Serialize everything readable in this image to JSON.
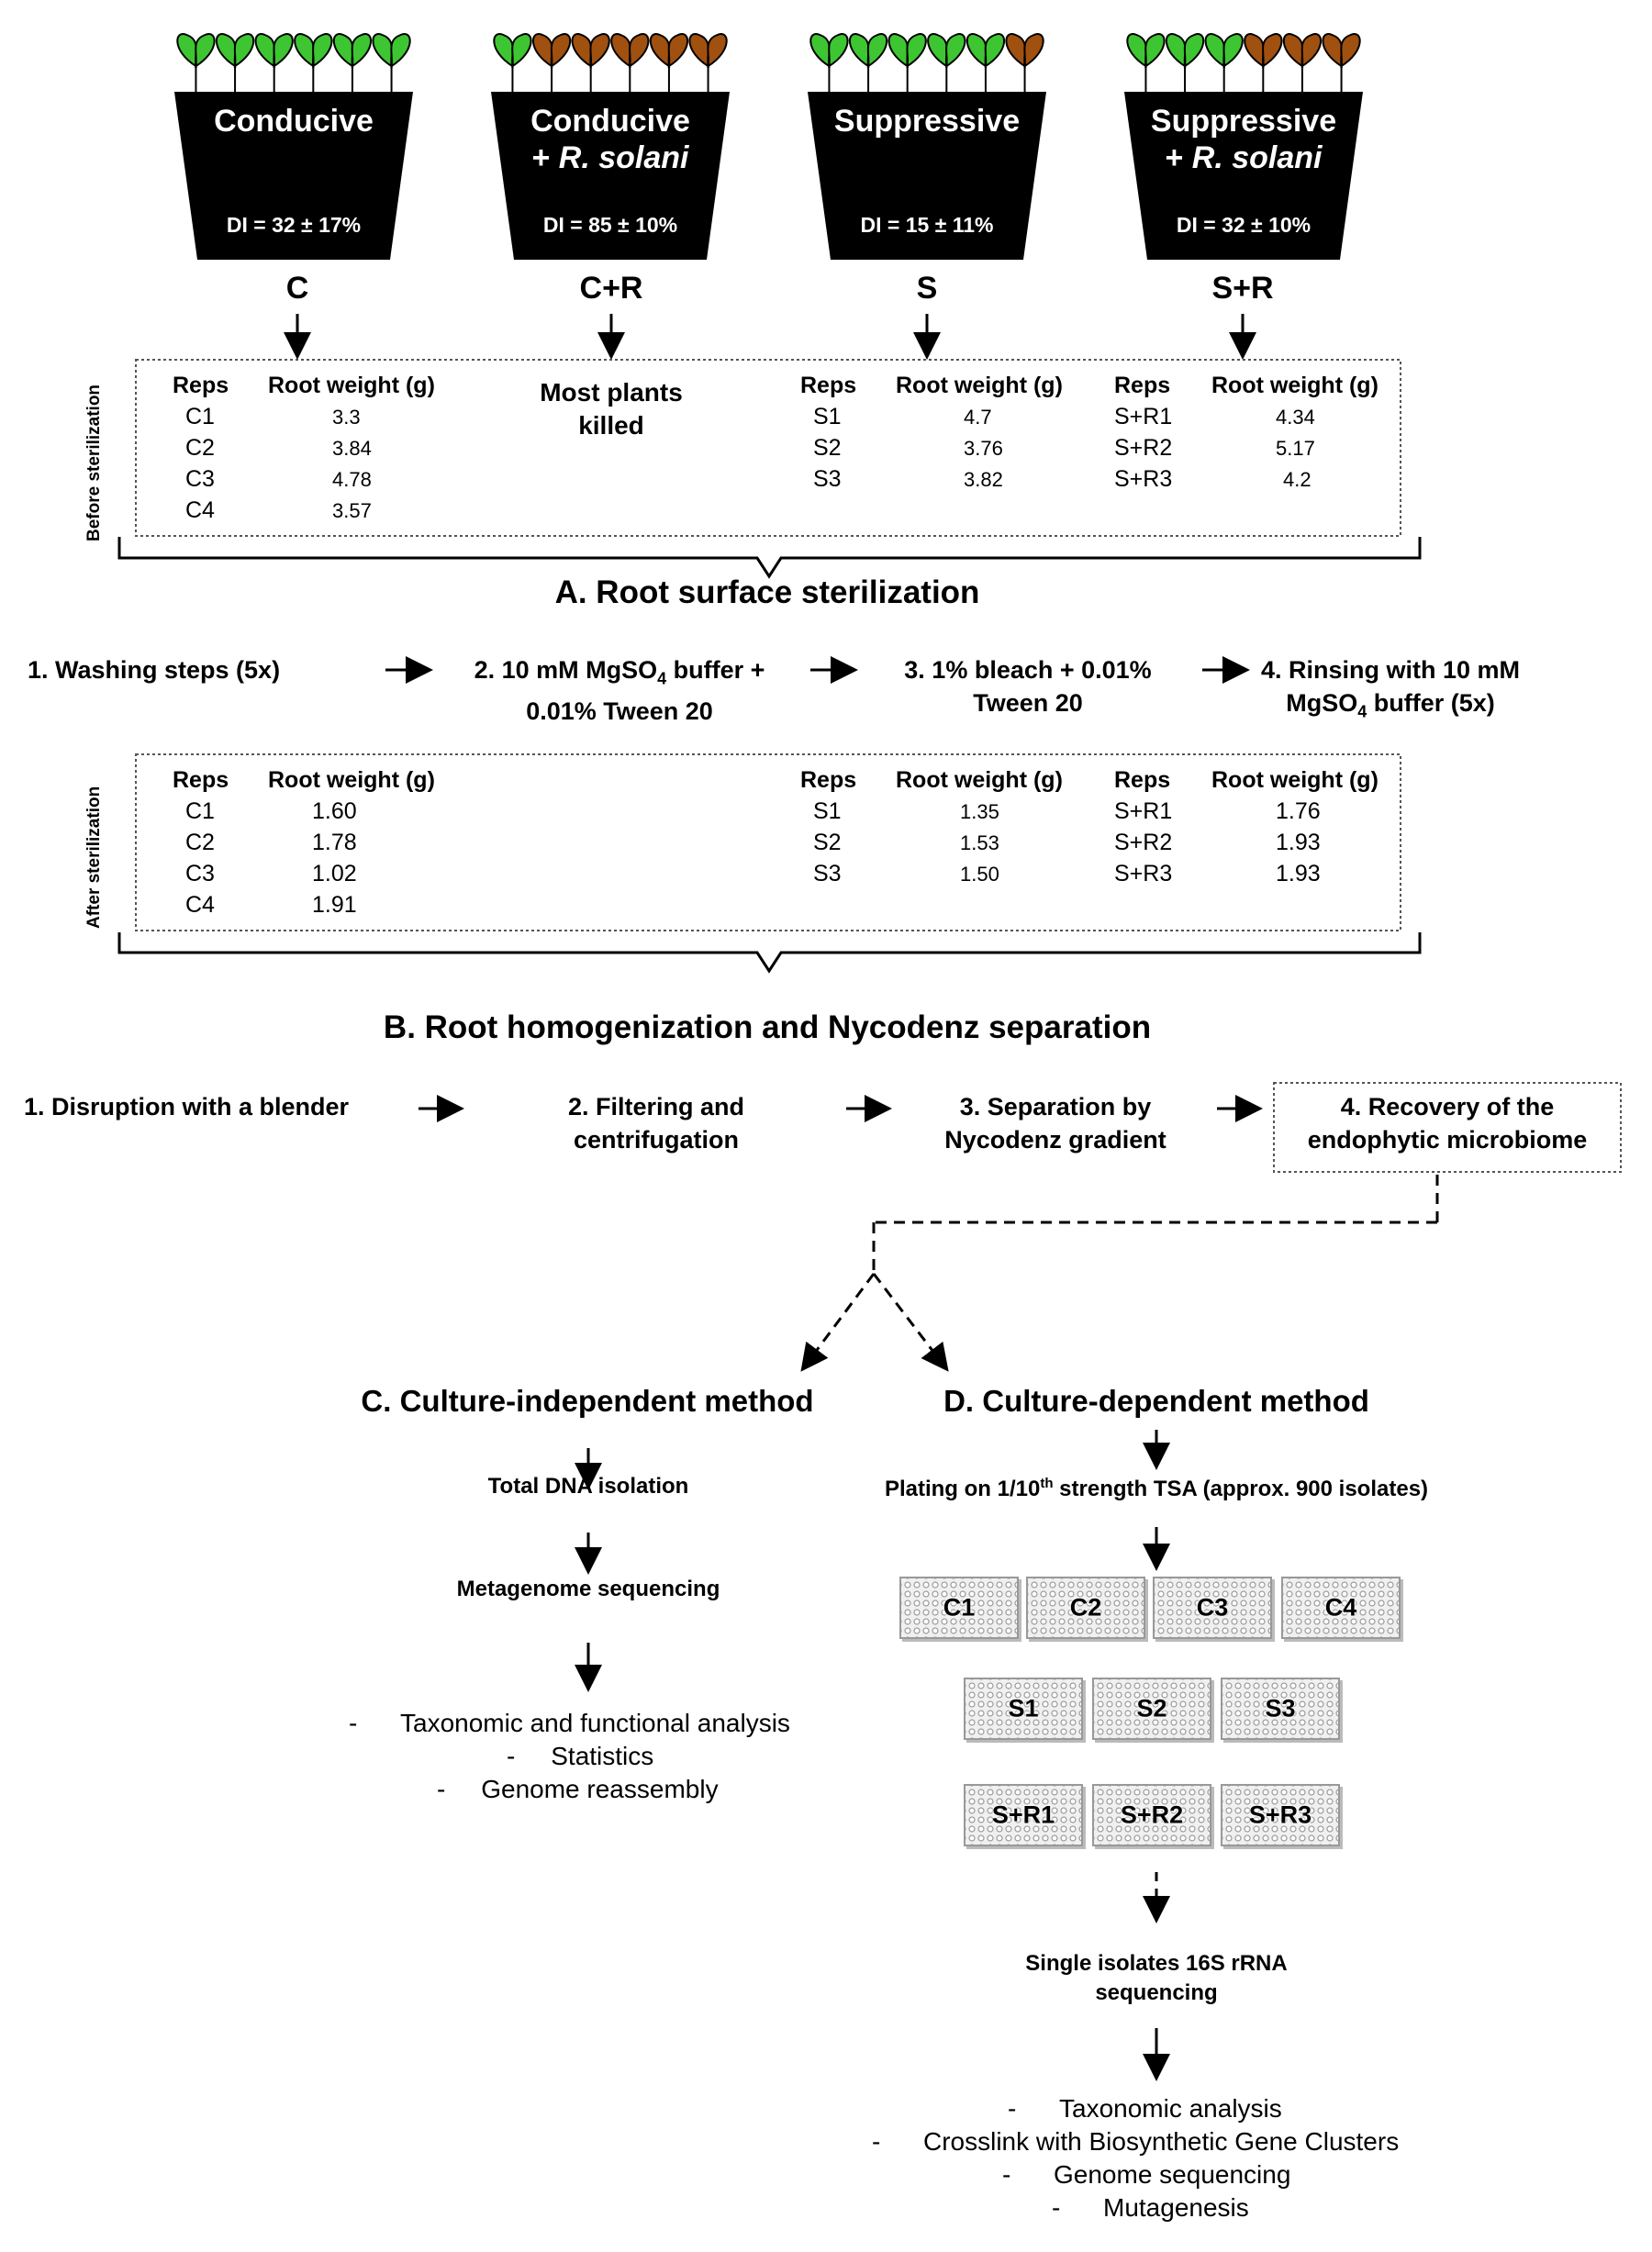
{
  "pots": [
    {
      "line1": "Conducive",
      "line2": "",
      "di": "DI = 32 ± 17%",
      "code": "C"
    },
    {
      "line1": "Conducive",
      "line2_prefix": "+ ",
      "line2": "R. solani",
      "di": "DI = 85 ± 10%",
      "code": "C+R"
    },
    {
      "line1": "Suppressive",
      "line2": "",
      "di": "DI = 15 ± 11%",
      "code": "S"
    },
    {
      "line1": "Suppressive",
      "line2_prefix": "+ ",
      "line2": "R. solani",
      "di": "DI = 32 ± 10%",
      "code": "S+R"
    }
  ],
  "before": {
    "side_label": "Before sterilization",
    "reps_header": "Reps",
    "weight_header": "Root weight (g)",
    "c_rows": [
      [
        "C1",
        "3.3"
      ],
      [
        "C2",
        "3.84"
      ],
      [
        "C3",
        "4.78"
      ],
      [
        "C4",
        "3.57"
      ]
    ],
    "cr_note_1": "Most plants",
    "cr_note_2": "killed",
    "s_rows": [
      [
        "S1",
        "4.7"
      ],
      [
        "S2",
        "3.76"
      ],
      [
        "S3",
        "3.82"
      ]
    ],
    "sr_rows": [
      [
        "S+R1",
        "4.34"
      ],
      [
        "S+R2",
        "5.17"
      ],
      [
        "S+R3",
        "4.2"
      ]
    ]
  },
  "section_a": {
    "title": "A. Root surface sterilization",
    "step1": "1. Washing steps (5x)",
    "step2_l1a": "2. 10 mM MgSO",
    "step2_sub": "4",
    "step2_l1b": " buffer +",
    "step2_l2": "0.01% Tween 20",
    "step3_l1": "3. 1% bleach + 0.01%",
    "step3_l2": "Tween 20",
    "step4_l1": "4. Rinsing with 10 mM",
    "step4_l2a": "MgSO",
    "step4_sub": "4",
    "step4_l2b": " buffer (5x)"
  },
  "after": {
    "side_label": "After sterilization",
    "reps_header": "Reps",
    "weight_header": "Root weight (g)",
    "c_rows": [
      [
        "C1",
        "1.60"
      ],
      [
        "C2",
        "1.78"
      ],
      [
        "C3",
        "1.02"
      ],
      [
        "C4",
        "1.91"
      ]
    ],
    "s_rows": [
      [
        "S1",
        "1.35"
      ],
      [
        "S2",
        "1.53"
      ],
      [
        "S3",
        "1.50"
      ]
    ],
    "sr_rows": [
      [
        "S+R1",
        "1.76"
      ],
      [
        "S+R2",
        "1.93"
      ],
      [
        "S+R3",
        "1.93"
      ]
    ]
  },
  "section_b": {
    "title": "B. Root homogenization and Nycodenz separation",
    "step1": "1. Disruption with a blender",
    "step2_l1": "2. Filtering and",
    "step2_l2": "centrifugation",
    "step3_l1": "3. Separation by",
    "step3_l2": "Nycodenz gradient",
    "step4_l1": "4. Recovery of the",
    "step4_l2": "endophytic microbiome"
  },
  "section_c": {
    "title": "C. Culture-independent method",
    "step1": "Total DNA isolation",
    "step2": "Metagenome sequencing",
    "bullets": [
      "Taxonomic and functional analysis",
      "Statistics",
      "Genome reassembly"
    ]
  },
  "section_d": {
    "title": "D. Culture-dependent method",
    "plating_a": "Plating on 1/10",
    "plating_sup": "th",
    "plating_b": " strength TSA (approx. 900 isolates)",
    "plates_row1": [
      "C1",
      "C2",
      "C3",
      "C4"
    ],
    "plates_row2": [
      "S1",
      "S2",
      "S3"
    ],
    "plates_row3": [
      "S+R1",
      "S+R2",
      "S+R3"
    ],
    "seq_l1": "Single isolates 16S rRNA",
    "seq_l2": "sequencing",
    "bullets": [
      "Taxonomic analysis",
      "Crosslink with Biosynthetic Gene Clusters",
      "Genome sequencing",
      "Mutagenesis"
    ]
  },
  "colors": {
    "healthy_leaf": "#3ec532",
    "diseased_leaf": "#a0500f",
    "pot": "#000000"
  },
  "seedlings": [
    [
      "healthy",
      "healthy",
      "healthy",
      "healthy",
      "healthy",
      "healthy"
    ],
    [
      "healthy",
      "diseased",
      "diseased",
      "diseased",
      "diseased",
      "diseased"
    ],
    [
      "healthy",
      "healthy",
      "healthy",
      "healthy",
      "healthy",
      "diseased"
    ],
    [
      "healthy",
      "healthy",
      "healthy",
      "diseased",
      "diseased",
      "diseased"
    ]
  ]
}
